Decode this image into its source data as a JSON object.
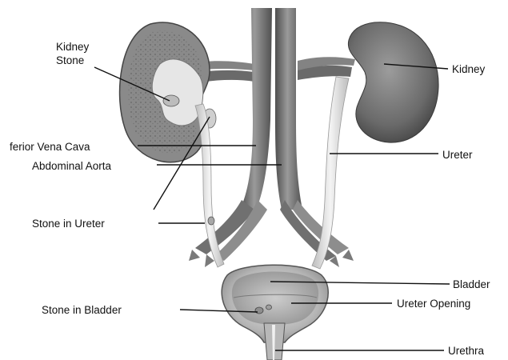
{
  "labels": {
    "kidney_stone_line1": "Kidney",
    "kidney_stone_line2": "Stone",
    "kidney": "Kidney",
    "vena_cava": "ferior Vena Cava",
    "ureter": "Ureter",
    "aorta": "Abdominal Aorta",
    "stone_in_ureter": "Stone in Ureter",
    "bladder": "Bladder",
    "ureter_opening": "Ureter Opening",
    "stone_in_bladder": "Stone in Bladder",
    "urethra": "Urethra"
  },
  "colors": {
    "tissue_dark": "#5a5a5a",
    "tissue_mid": "#8a8a8a",
    "tissue_light": "#d8d8d8",
    "ureter_fill": "#e4e4e4"
  }
}
